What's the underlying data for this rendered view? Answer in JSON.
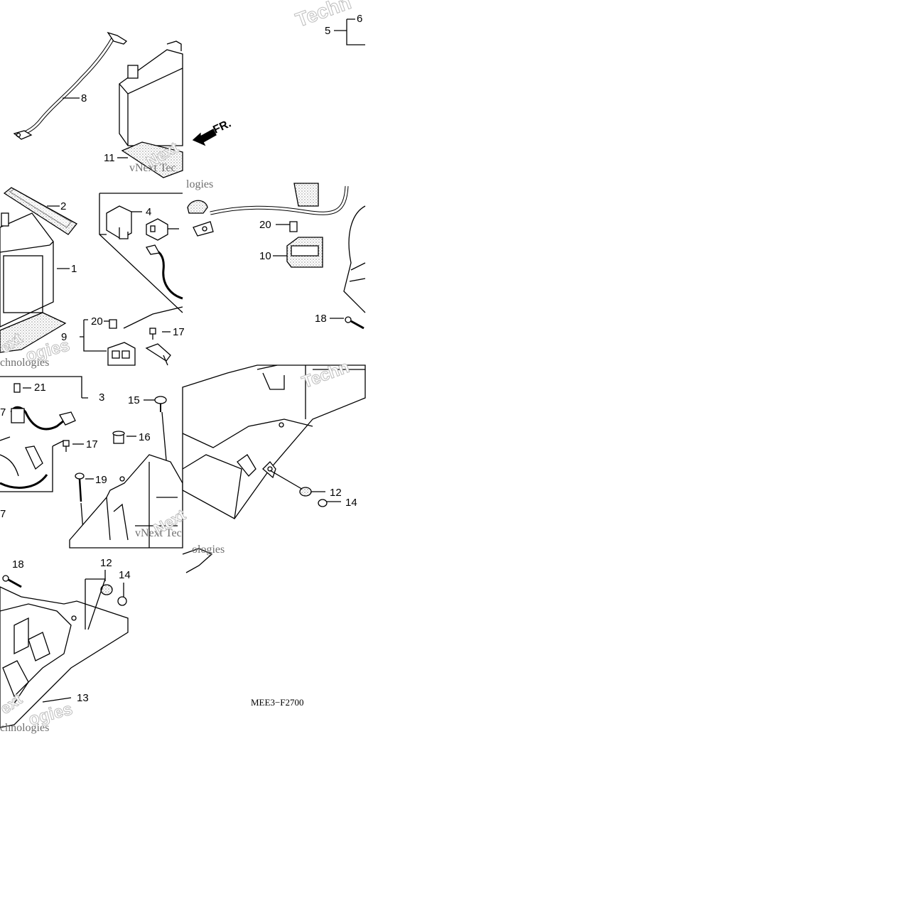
{
  "diagram": {
    "drawing_code": "MEE3−F2700",
    "direction_label": "FR.",
    "watermarks": {
      "serif": "vNext Technologies",
      "serif_short": "vNext Tec",
      "outline_1": "Techn",
      "outline_2": "Next",
      "outline_3": "logies",
      "outline_4": "ext",
      "outline_5": "ogies",
      "serif_tail": "chnologies",
      "serif_tail_2": "logies",
      "serif_tail_3": "ologies",
      "outline_6": "Techn",
      "outline_7": "Tec"
    },
    "callouts": {
      "c1": "1",
      "c2": "2",
      "c3": "3",
      "c4": "4",
      "c5": "5",
      "c6": "6",
      "c7a": "7",
      "c7b": "7",
      "c8": "8",
      "c9": "9",
      "c10": "10",
      "c11": "11",
      "c12a": "12",
      "c12b": "12",
      "c13": "13",
      "c14a": "14",
      "c14b": "14",
      "c15": "15",
      "c16": "16",
      "c17a": "17",
      "c17b": "17",
      "c18a": "18",
      "c18b": "18",
      "c19": "19",
      "c20a": "20",
      "c20b": "20",
      "c21": "21"
    }
  }
}
